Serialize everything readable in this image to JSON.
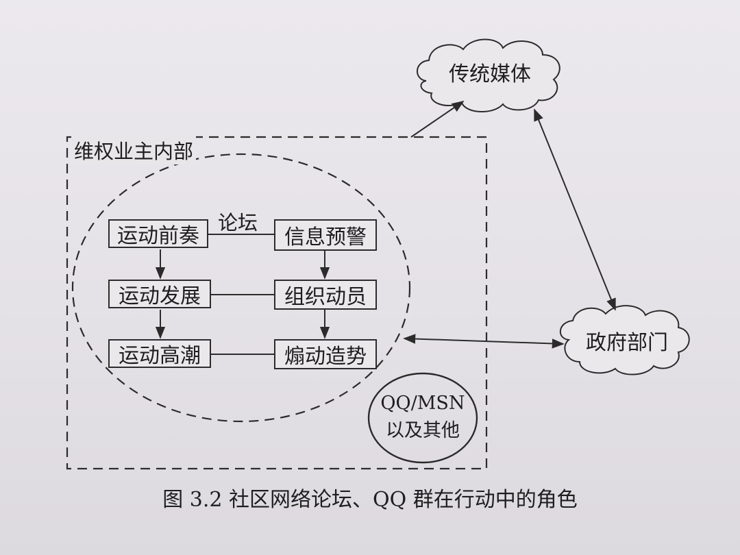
{
  "diagram": {
    "outer_region_label": "维权业主内部",
    "forum_label": "论坛",
    "left_column": [
      "运动前奏",
      "运动发展",
      "运动高潮"
    ],
    "right_column": [
      "信息预警",
      "组织动员",
      "煽动造势"
    ],
    "qq_node": {
      "line1": "QQ/MSN",
      "line2": "以及其他"
    },
    "cloud_top": "传统媒体",
    "cloud_right": "政府部门",
    "caption": "图 3.2   社区网络论坛、QQ 群在行动中的角色"
  },
  "colors": {
    "ink": "#2b2b2b",
    "paper": "#e9e6ea"
  }
}
